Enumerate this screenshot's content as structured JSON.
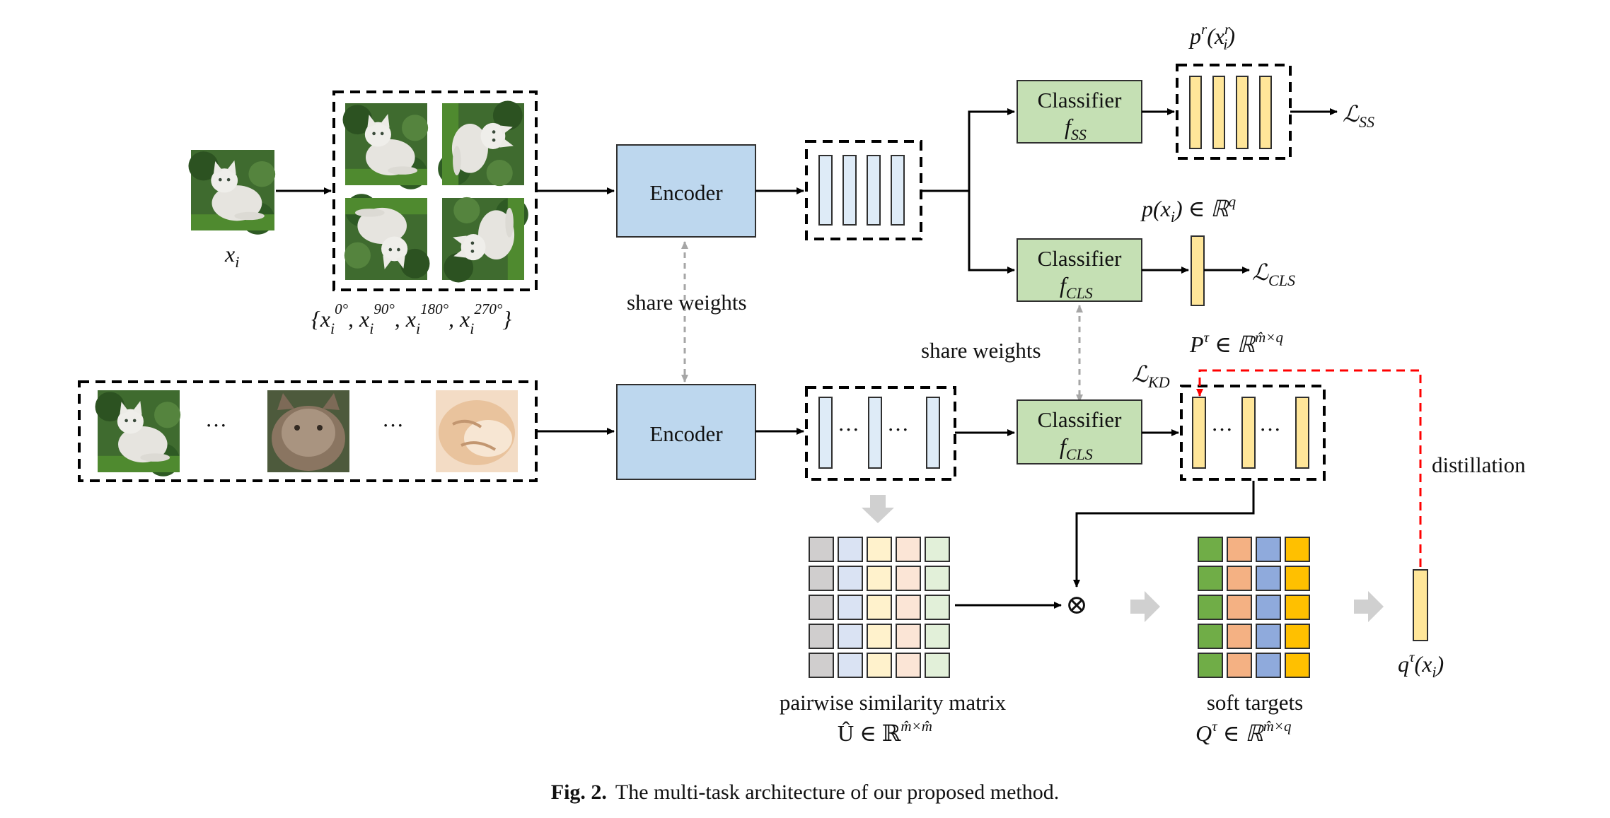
{
  "labels": {
    "encoder_top": "Encoder",
    "encoder_bottom": "Encoder",
    "classifier_word": "Classifier",
    "share_weights_left": "share weights",
    "share_weights_right": "share weights",
    "distillation": "distillation",
    "pairwise_title": "pairwise similarity matrix",
    "soft_targets_title": "soft targets",
    "ellipsis": "···",
    "otimes": "⊗"
  },
  "classifiers": {
    "ss": {
      "base": "f",
      "sub": "SS"
    },
    "cls_top": {
      "base": "f",
      "sub": "CLS"
    },
    "cls_bottom": {
      "base": "f",
      "sub": "CLS"
    }
  },
  "math": {
    "x_i": {
      "base": "x",
      "sub": "i"
    },
    "rot_set": "{x_i^0°, x_i^90°, x_i^180°, x_i^270°}",
    "rot_angles": [
      "0°",
      "90°",
      "180°",
      "270°"
    ],
    "p_r": "p^r(x_i^r)",
    "p_xi": "p(x_i) ∈ ℝ^q",
    "P_tau": "P^τ ∈ ℝ^(m̂×q)",
    "L_SS": {
      "base": "ℒ",
      "sub": "SS"
    },
    "L_CLS": {
      "base": "ℒ",
      "sub": "CLS"
    },
    "L_KD": {
      "base": "ℒ",
      "sub": "KD"
    },
    "U_hat": "Û ∈ ℝ^(m̂×m̂)",
    "Q_tau": "Q^τ ∈ ℝ^(m̂×q)",
    "q_tau": "q^τ(x_i)"
  },
  "caption": {
    "prefix": "Fig. 2.",
    "text": "The multi-task architecture of our proposed method."
  },
  "colors": {
    "encoder_fill": "#bdd7ee",
    "classifier_fill": "#c5e0b4",
    "feature_fill": "#deebf7",
    "prob_fill": "#ffe699",
    "distill_arrow": "#ff0000",
    "share_arrow": "#a6a6a6",
    "gray_arrow": "#d0d0d0",
    "pairwise_columns": [
      "#d0cece",
      "#dae3f3",
      "#fff2cc",
      "#fbe5d6",
      "#e2f0d9"
    ],
    "soft_columns": [
      "#70ad47",
      "#f4b183",
      "#8faadc",
      "#ffc000"
    ]
  },
  "images": {
    "input": "cat-photo-icon",
    "rotated": [
      "cat-rot-0-icon",
      "cat-rot-90-icon",
      "cat-rot-180-icon",
      "cat-rot-270-icon"
    ],
    "batch": [
      "cat-white-icon",
      "cat-persian-icon",
      "cat-orange-icon"
    ]
  }
}
